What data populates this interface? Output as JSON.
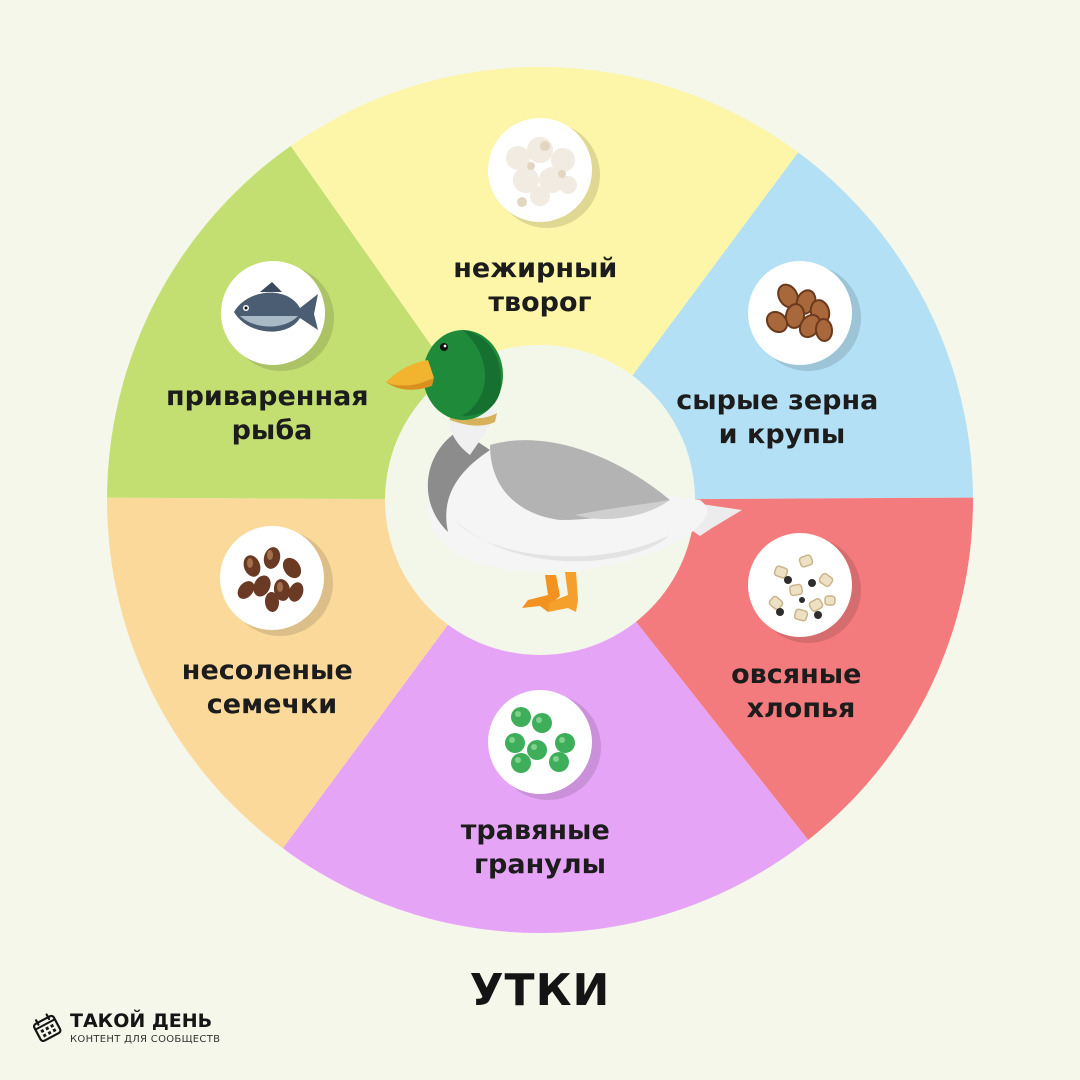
{
  "title": "УТКИ",
  "segments": [
    {
      "id": "curd",
      "lines": [
        "нежирный",
        "творог"
      ],
      "color": "#fdf6a8",
      "icon": "cottage-cheese-icon"
    },
    {
      "id": "grains",
      "lines": [
        "сырые зерна",
        "и крупы"
      ],
      "color": "#b3e0f4",
      "icon": "nuts-grains-icon"
    },
    {
      "id": "oats",
      "lines": [
        "овсяные",
        "хлопья"
      ],
      "color": "#f37b7d",
      "icon": "oat-flakes-icon"
    },
    {
      "id": "pellets",
      "lines": [
        "травяные",
        "гранулы"
      ],
      "color": "#e6a4f7",
      "icon": "green-pellets-icon"
    },
    {
      "id": "seeds",
      "lines": [
        "несоленые",
        "семечки"
      ],
      "color": "#fbd99b",
      "icon": "seeds-icon"
    },
    {
      "id": "fish",
      "lines": [
        "приваренная",
        "рыба"
      ],
      "color": "#c3df72",
      "icon": "fish-icon"
    }
  ],
  "center_icon": "duck-icon",
  "brand": {
    "name": "ТАКОЙ ДЕНЬ",
    "tagline": "КОНТЕНТ ДЛЯ СООБЩЕСТВ",
    "icon": "calendar-icon"
  }
}
